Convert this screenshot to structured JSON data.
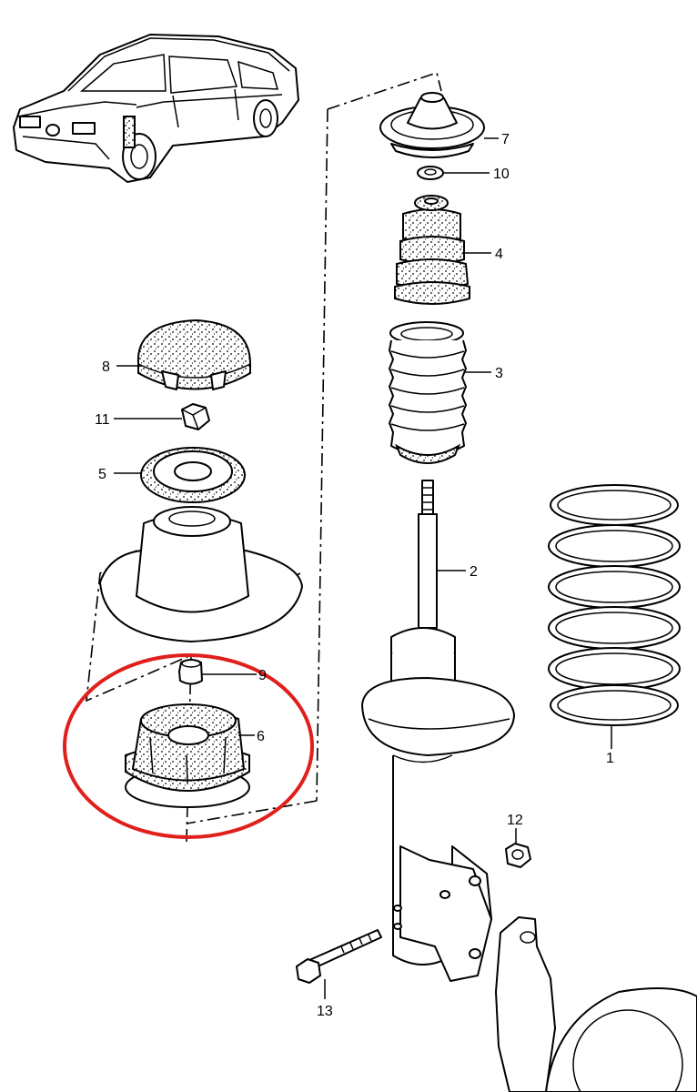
{
  "callouts": {
    "p1": "1",
    "p2": "2",
    "p3": "3",
    "p4": "4",
    "p5": "5",
    "p6": "6",
    "p7": "7",
    "p8": "8",
    "p9": "9",
    "p10": "10",
    "p11": "11",
    "p12": "12",
    "p13": "13"
  },
  "highlight": {
    "color": "#e0201c",
    "encircled_part": "6"
  }
}
